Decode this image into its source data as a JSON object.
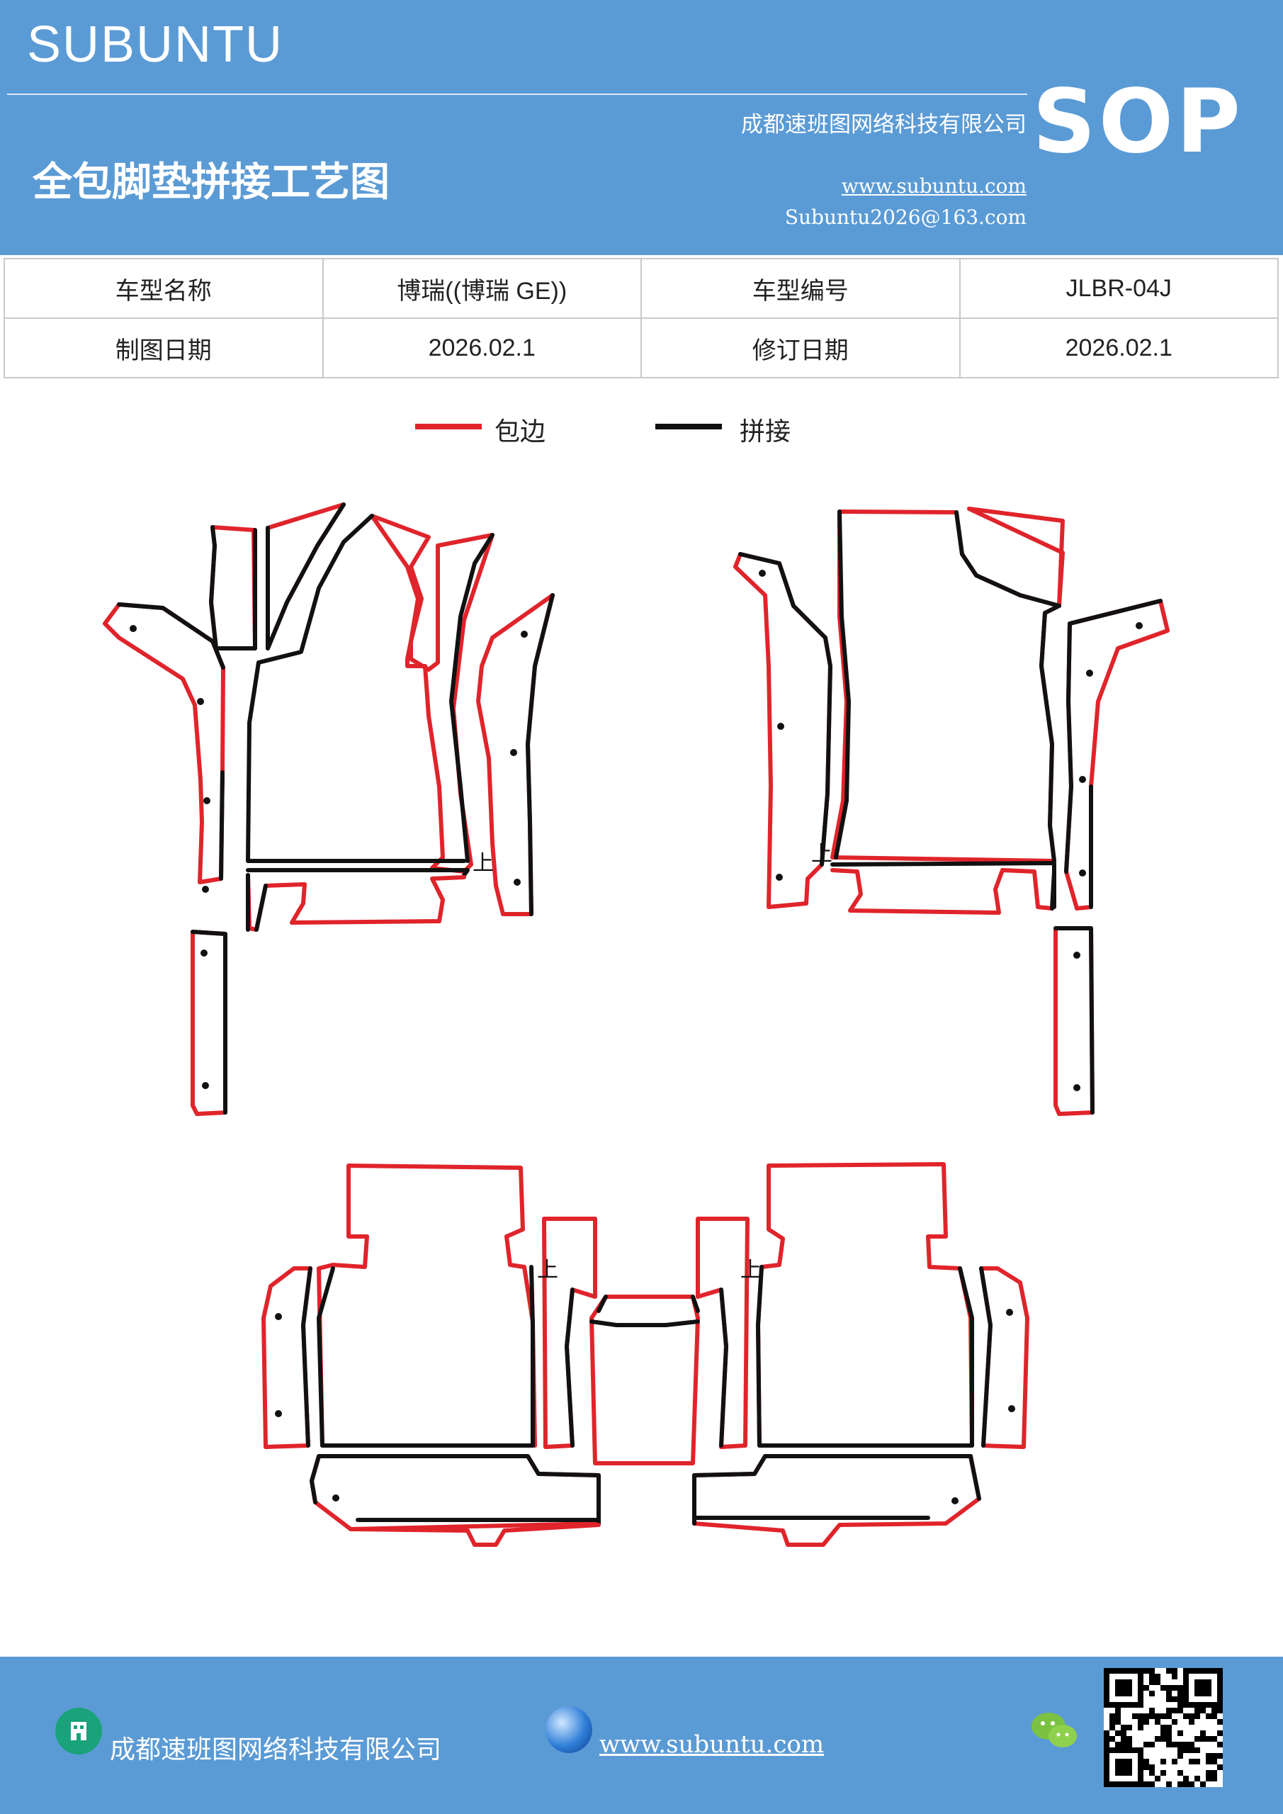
{
  "header": {
    "brand": "SUBUNTU",
    "company": "成都速班图网络科技有限公司",
    "title": "全包脚垫拼接工艺图",
    "website": "www.subuntu.com",
    "email": "Subuntu2026@163.com",
    "badge": "SOP"
  },
  "info_table": {
    "rows": [
      [
        "车型名称",
        "博瑞((博瑞 GE))",
        "车型编号",
        "JLBR-04J"
      ],
      [
        "制图日期",
        "2026.02.1",
        "修订日期",
        "2026.02.1"
      ]
    ]
  },
  "legend": {
    "edge_label": "包边",
    "edge_color": "#e0242b",
    "join_label": "拼接",
    "join_color": "#111111"
  },
  "diagram": {
    "marker": "上"
  },
  "footer": {
    "company": "成都速班图网络科技有限公司",
    "website": "www.subuntu.com ",
    "icons": [
      "building-icon",
      "globe-icon",
      "wechat-icon",
      "qr-code"
    ]
  }
}
